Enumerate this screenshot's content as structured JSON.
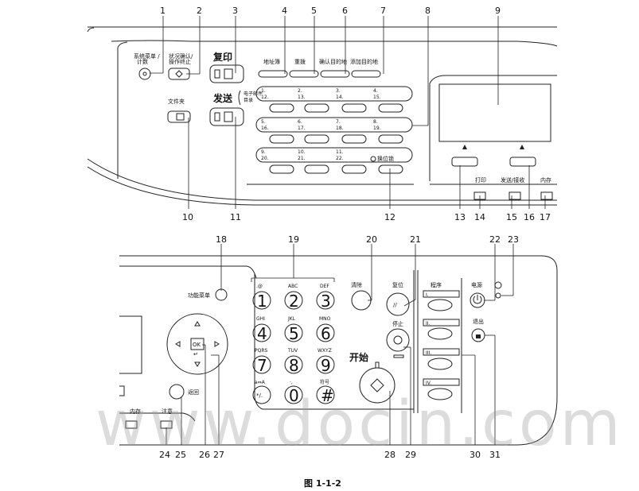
{
  "panel_top": {
    "labels": {
      "system_menu": [
        "系统菜单 /",
        "计数"
      ],
      "status_confirm": [
        "状况确认/",
        "操作终止"
      ],
      "copy": "复印",
      "address_book": "地址簿",
      "redial": "重拨",
      "confirm_dest": "确认目的地",
      "add_dest": "添加目的地",
      "send": "发送",
      "send_sub": [
        "电子邮件",
        "目录"
      ],
      "document_box": "文件夹",
      "shift_lock": "换位锁",
      "print": "打印",
      "send_receive": "发送/接收",
      "memory": "内存"
    },
    "one_touch": [
      {
        "top": "1.",
        "bottom": "12."
      },
      {
        "top": "2.",
        "bottom": "13."
      },
      {
        "top": "3.",
        "bottom": "14."
      },
      {
        "top": "4.",
        "bottom": "15."
      },
      {
        "top": "5.",
        "bottom": "16."
      },
      {
        "top": "6.",
        "bottom": "17."
      },
      {
        "top": "7.",
        "bottom": "18."
      },
      {
        "top": "8.",
        "bottom": "19."
      },
      {
        "top": "9.",
        "bottom": "20."
      },
      {
        "top": "10.",
        "bottom": "21."
      },
      {
        "top": "11.",
        "bottom": "22."
      }
    ],
    "callouts": [
      "1",
      "2",
      "3",
      "4",
      "5",
      "6",
      "7",
      "8",
      "9",
      "10",
      "11",
      "12",
      "13",
      "14",
      "15",
      "16",
      "17"
    ]
  },
  "panel_bottom": {
    "labels": {
      "function_menu": "功能菜单",
      "clear": "清除",
      "reset": "复位",
      "stop": "停止",
      "start": "开始",
      "program": "程序",
      "power": "电源",
      "logout": "退出",
      "back": "返回",
      "memory": "内存",
      "attention": "注意",
      "ok": "OK"
    },
    "keypad": [
      {
        "letters": ".@",
        "digit": "1"
      },
      {
        "letters": "ABC",
        "digit": "2"
      },
      {
        "letters": "DEF",
        "digit": "3"
      },
      {
        "letters": "GHI",
        "digit": "4"
      },
      {
        "letters": "JKL",
        "digit": "5"
      },
      {
        "letters": "MNO",
        "digit": "6"
      },
      {
        "letters": "PQRS",
        "digit": "7"
      },
      {
        "letters": "TUV",
        "digit": "8"
      },
      {
        "letters": "WXYZ",
        "digit": "9"
      },
      {
        "letters": "a⇔A",
        "digit": "*/."
      },
      {
        "letters": "·,",
        "digit": "0"
      },
      {
        "letters": "符号",
        "digit": "#"
      }
    ],
    "program_keys": [
      "I.",
      "II.",
      "III.",
      "IV."
    ],
    "callouts": [
      "18",
      "19",
      "20",
      "21",
      "22",
      "23",
      "24",
      "25",
      "26",
      "27",
      "28",
      "29",
      "30",
      "31"
    ]
  },
  "watermark": "www.docin.com",
  "caption": "图 1-1-2"
}
